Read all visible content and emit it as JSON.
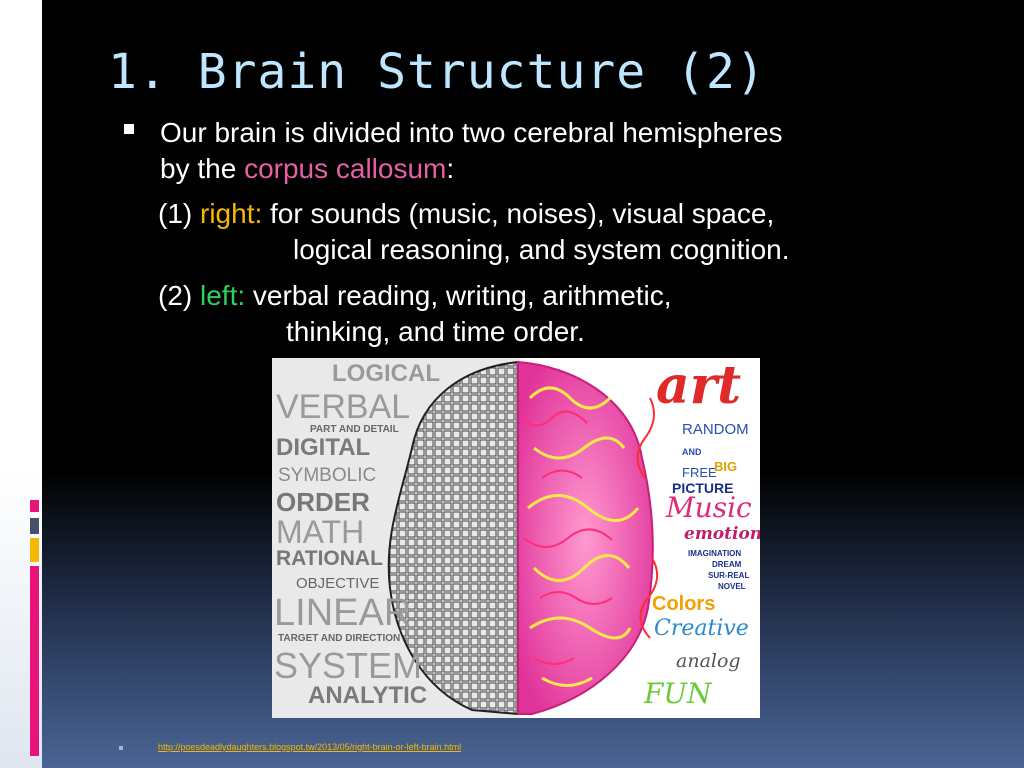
{
  "slide": {
    "title": "1. Brain Structure (2)",
    "bullet": {
      "line1": "Our brain is divided into two cerebral hemispheres",
      "line2_prefix": "by the ",
      "line2_highlight": "corpus callosum",
      "line2_suffix": ":"
    },
    "item1": {
      "number": "(1) ",
      "label": "right:",
      "line1": " for sounds (music, noises), visual space,",
      "line2": "logical reasoning, and system cognition."
    },
    "item2": {
      "number": "(2) ",
      "label": "left:",
      "line1": " verbal reading, writing, arithmetic,",
      "line2": "thinking, and time order."
    },
    "footer_link": "http://poesdeadlydaughters.blogspot.tw/2013/05/right-brain-or-left-brain.html"
  },
  "figure": {
    "left_words": [
      "LOGICAL",
      "VERBAL",
      "PART AND DETAIL",
      "DIGITAL",
      "SYMBOLIC",
      "ORDER",
      "MATH",
      "RATIONAL",
      "OBJECTIVE",
      "LINEAR",
      "TARGET AND DIRECTION",
      "SYSTEM",
      "ANALYTIC"
    ],
    "right_words": [
      "art",
      "RANDOM",
      "AND",
      "FREE",
      "BIG",
      "PICTURE",
      "Music",
      "emotion",
      "IMAGINATION",
      "DREAM",
      "SUR-REAL",
      "NOVEL",
      "Colors",
      "Creative",
      "analog",
      "FUN"
    ]
  },
  "colors": {
    "title": "#bfe6ff",
    "highlight_pink": "#e85fa8",
    "highlight_gold": "#f5b800",
    "highlight_green": "#2fd15a"
  }
}
